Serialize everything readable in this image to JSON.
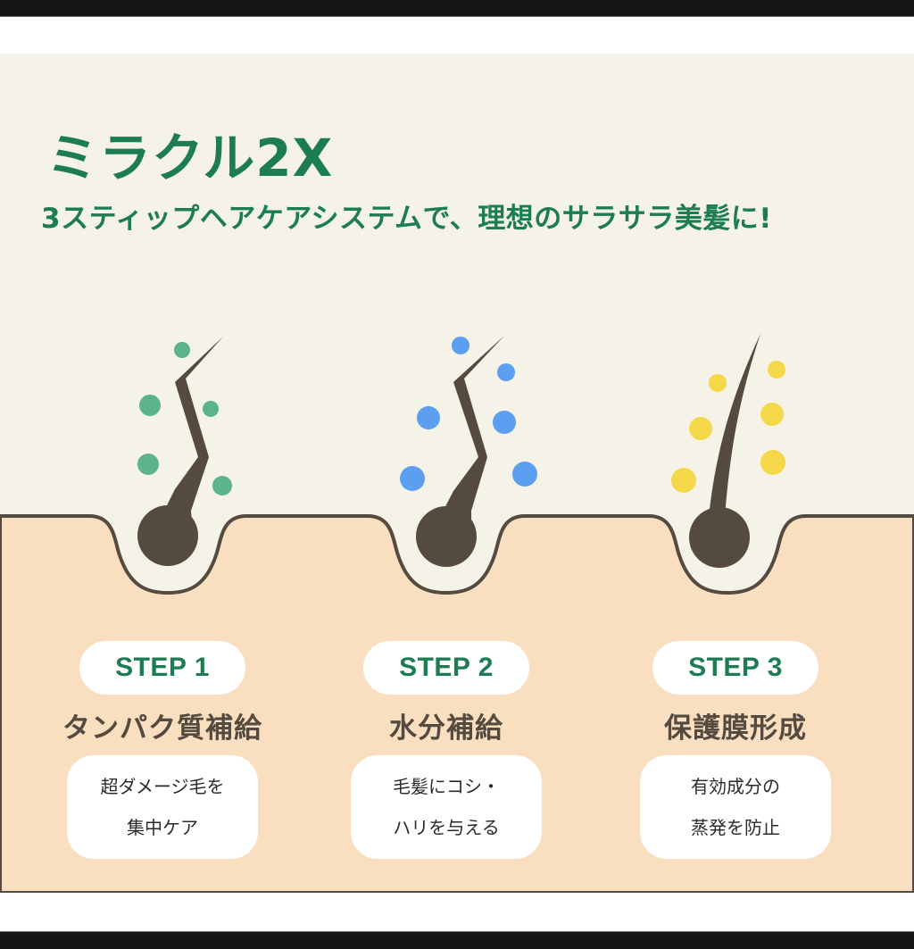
{
  "header": {
    "title": "ミラクル2X",
    "subtitle": "3スティップヘアケアシステムで、理想のサラサラ美髪に!"
  },
  "colors": {
    "brand_green": "#1d7d52",
    "cream_bg": "#f5f2e7",
    "skin_bg": "#f9dfc0",
    "hair": "#544a40",
    "dot_step1": "#5bb48c",
    "dot_step2": "#5c9ef0",
    "dot_step3": "#f5d84a"
  },
  "steps": [
    {
      "label": "STEP 1",
      "title": "タンパク質補給",
      "desc_line1": "超ダメージ毛を",
      "desc_line2": "集中ケア",
      "icon": "damaged-hair-protein-icon"
    },
    {
      "label": "STEP 2",
      "title": "水分補給",
      "desc_line1": "毛髪にコシ・",
      "desc_line2": "ハリを与える",
      "icon": "damaged-hair-moisture-icon"
    },
    {
      "label": "STEP 3",
      "title": "保護膜形成",
      "desc_line1": "有効成分の",
      "desc_line2": "蒸発を防止",
      "icon": "healthy-hair-coating-icon"
    }
  ]
}
